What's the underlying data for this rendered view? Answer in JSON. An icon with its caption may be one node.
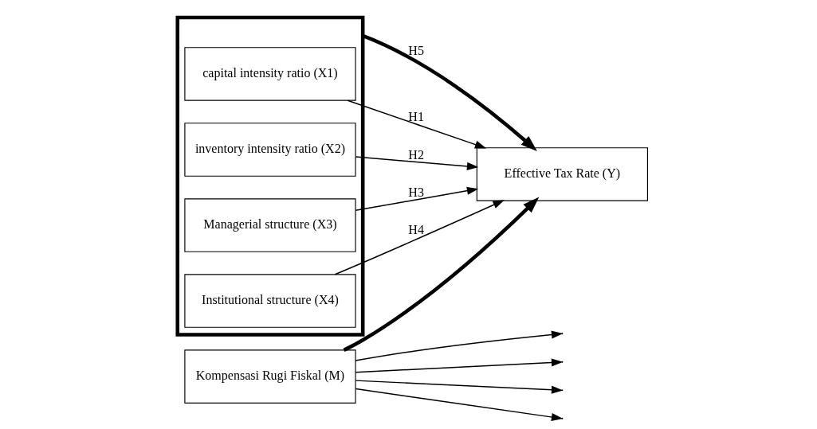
{
  "diagram": {
    "nodes": [
      {
        "text": [],
        "shape": "box"
      },
      {
        "text": [
          "capital intensity ratio (X1)"
        ],
        "in": 0
      },
      {
        "text": [
          "inventory intensity ratio (X2)"
        ],
        "in": 0
      },
      {
        "text": [
          "Managerial structure (X3)"
        ],
        "in": 0
      },
      {
        "text": [
          "Institutional structure (X4)"
        ],
        "in": 0
      },
      {
        "text": [
          "Effective Tax Rate (Y)"
        ]
      },
      {
        "text": [
          "Kompensasi Rugi Fiskal (M)"
        ]
      }
    ],
    "edges": [
      {
        "from": 0,
        "to": 5,
        "arrow": "to",
        "label": "H5",
        "style": "thick"
      },
      {
        "from": 1,
        "to": 5,
        "arrow": "to",
        "label": "H1"
      },
      {
        "from": 2,
        "to": 5,
        "arrow": "to",
        "label": "H2"
      },
      {
        "from": 3,
        "to": 5,
        "arrow": "to",
        "label": "H3"
      },
      {
        "from": 4,
        "to": 5,
        "arrow": "to",
        "label": "H4"
      },
      {
        "from": 6,
        "to": null,
        "arrow": "to"
      },
      {
        "from": 6,
        "to": null,
        "arrow": "to"
      },
      {
        "from": 6,
        "to": null,
        "arrow": "to"
      },
      {
        "from": 6,
        "to": null,
        "arrow": "to"
      },
      {
        "from": 6,
        "to": 5,
        "arrow": "to",
        "style": "thick"
      }
    ]
  }
}
